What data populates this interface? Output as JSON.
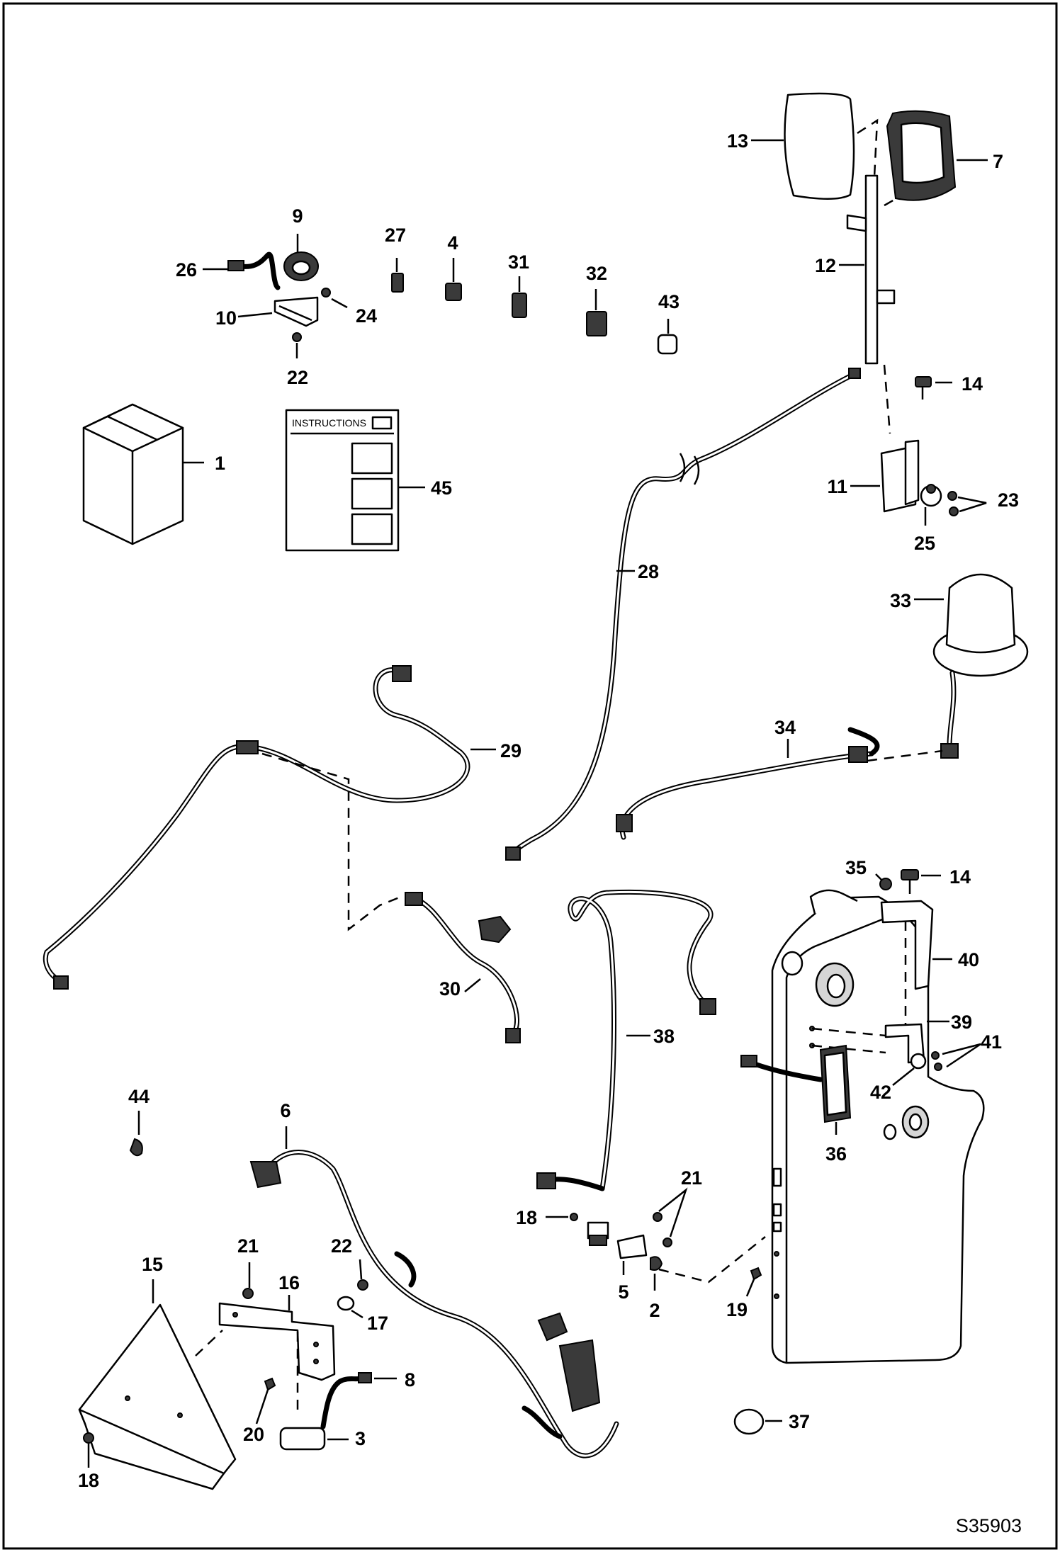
{
  "drawing_id": "S35903",
  "instructions_label": "INSTRUCTIONS",
  "callouts": {
    "c1": "1",
    "c2": "2",
    "c3": "3",
    "c4": "4",
    "c5": "5",
    "c6": "6",
    "c7": "7",
    "c8": "8",
    "c9": "9",
    "c10": "10",
    "c11": "11",
    "c12": "12",
    "c13": "13",
    "c14a": "14",
    "c14b": "14",
    "c15": "15",
    "c16": "16",
    "c17": "17",
    "c18a": "18",
    "c18b": "18",
    "c19": "19",
    "c20": "20",
    "c21a": "21",
    "c21b": "21",
    "c22a": "22",
    "c22b": "22",
    "c23": "23",
    "c24": "24",
    "c25": "25",
    "c26": "26",
    "c27": "27",
    "c28": "28",
    "c29": "29",
    "c30": "30",
    "c31": "31",
    "c32": "32",
    "c33": "33",
    "c34": "34",
    "c35": "35",
    "c36": "36",
    "c37": "37",
    "c38": "38",
    "c39": "39",
    "c40": "40",
    "c41": "41",
    "c42": "42",
    "c43": "43",
    "c44": "44",
    "c45": "45"
  }
}
